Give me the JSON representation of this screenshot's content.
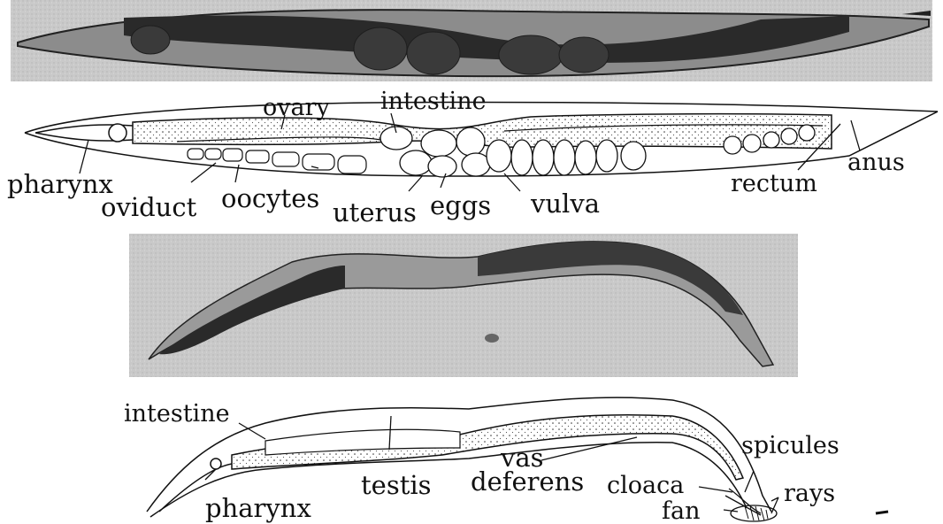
{
  "hermaphrodite": {
    "labels": {
      "ovary": "ovary",
      "intestine": "intestine",
      "pharynx": "pharynx",
      "oviduct": "oviduct",
      "oocytes": "oocytes",
      "uterus": "uterus",
      "eggs": "eggs",
      "vulva": "vulva",
      "rectum": "rectum",
      "anus": "anus"
    }
  },
  "male": {
    "labels": {
      "intestine": "intestine",
      "pharynx": "pharynx",
      "testis": "testis",
      "vas": "vas",
      "deferens": "deferens",
      "cloaca": "cloaca",
      "fan": "fan",
      "spicules": "spicules",
      "rays": "rays"
    }
  },
  "colors": {
    "ink": "#111111",
    "photo_background": "#d4d4d4",
    "worm_dark": "#2a2a2a"
  }
}
